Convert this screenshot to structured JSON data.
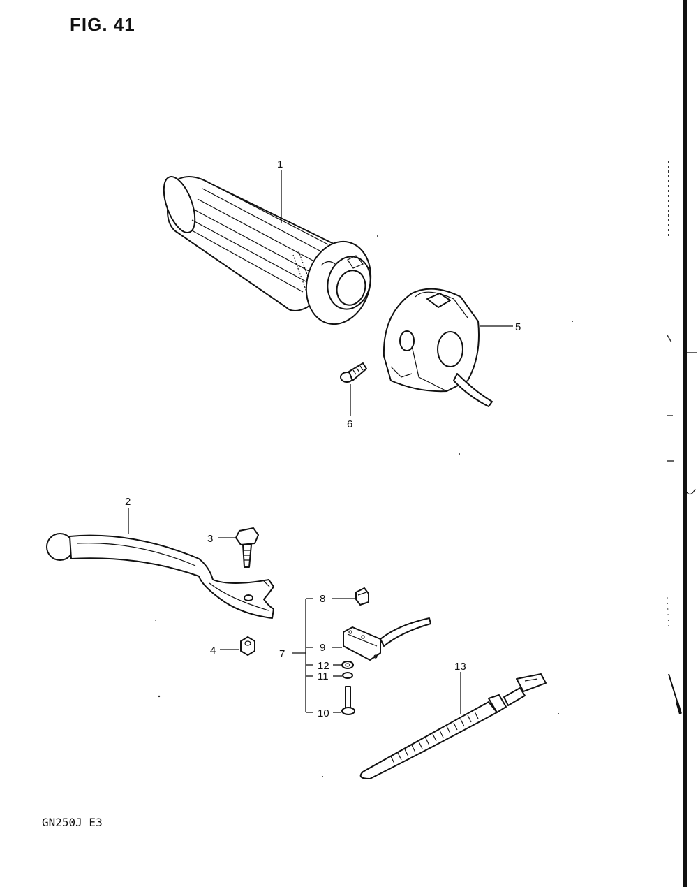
{
  "figure": {
    "title": "FIG. 41",
    "model_code": "GN250J E3"
  },
  "callouts": [
    {
      "id": "1"
    },
    {
      "id": "2"
    },
    {
      "id": "3"
    },
    {
      "id": "4"
    },
    {
      "id": "5"
    },
    {
      "id": "6"
    },
    {
      "id": "7"
    },
    {
      "id": "8"
    },
    {
      "id": "9"
    },
    {
      "id": "10"
    },
    {
      "id": "11"
    },
    {
      "id": "12"
    },
    {
      "id": "13"
    }
  ],
  "callout_text": {
    "c1": "1",
    "c2": "2",
    "c3": "3",
    "c4": "4",
    "c5": "5",
    "c6": "6",
    "c7": "7",
    "c8": "8",
    "c9": "9",
    "c10": "10",
    "c11": "11",
    "c12": "12",
    "c13": "13"
  }
}
